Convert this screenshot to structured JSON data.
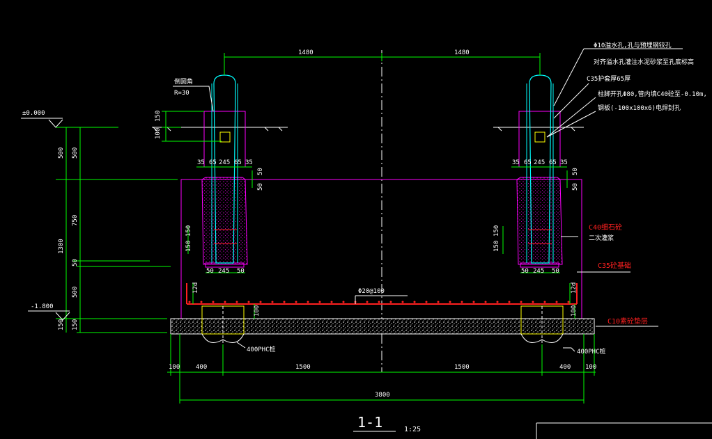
{
  "drawing": {
    "title": "1-1",
    "scale": "1:25",
    "colors": {
      "green": "#00ff00",
      "magenta": "#ff00ff",
      "cyan": "#00ffff",
      "white": "#ffffff",
      "red": "#ff2020",
      "yellow": "#ffff00"
    }
  },
  "elevations": {
    "top": "±0.000",
    "bottom": "-1.800"
  },
  "dimensions": {
    "span_left": "1480",
    "span_right": "1480",
    "total_width": "3800",
    "bottom_edge_left": "100",
    "bottom_edge_right": "100",
    "pile_offset_left": "400",
    "pile_offset_right": "400",
    "inner_left": "1500",
    "inner_right": "1500",
    "post_150": "150",
    "post_100": "100",
    "v_500_a": "500",
    "v_500_b": "500",
    "v_1300": "1300",
    "v_750": "750",
    "v_50": "50",
    "v_500_c": "500",
    "v_150_bot": "150",
    "v_150_bot2": "150",
    "cap_50_a": "50",
    "cap_50_b": "50",
    "cap_50_c": "50",
    "cap_50_d": "50",
    "cup_150_a": "150",
    "cup_150_b": "150",
    "cup_150_c": "150",
    "cup_150_d": "150",
    "cup_bot_left": "50",
    "cup_bot_mid": "245",
    "cup_bot_right": "50",
    "post_split": [
      "35",
      "65",
      "245",
      "65",
      "35"
    ],
    "anchor_12d": "12d",
    "anchor_100": "100"
  },
  "labels": {
    "corner": "倒圆角",
    "radius": "R=30",
    "pile_left": "400PHC桩",
    "pile_right": "400PHC桩",
    "rebar": "Φ20@100"
  },
  "annotations": {
    "drain_line1": "Φ10溢水孔,孔与预埋钢铰孔",
    "drain_line2": "对齐溢水孔灌注水泥砂浆至孔底标高",
    "c35_sleeve": "C35护套厚65厚",
    "bolt_line1": "柱脚开孔Φ80,管内填C40砼至-0.10m,",
    "bolt_line2": "钢板(-100x100x6)电焊封孔",
    "c40_line1": "C40细石砼",
    "c40_line2": "二次灌浆",
    "c35_found": "C35砼基础",
    "c10_pad": "C10素砼垫层"
  }
}
